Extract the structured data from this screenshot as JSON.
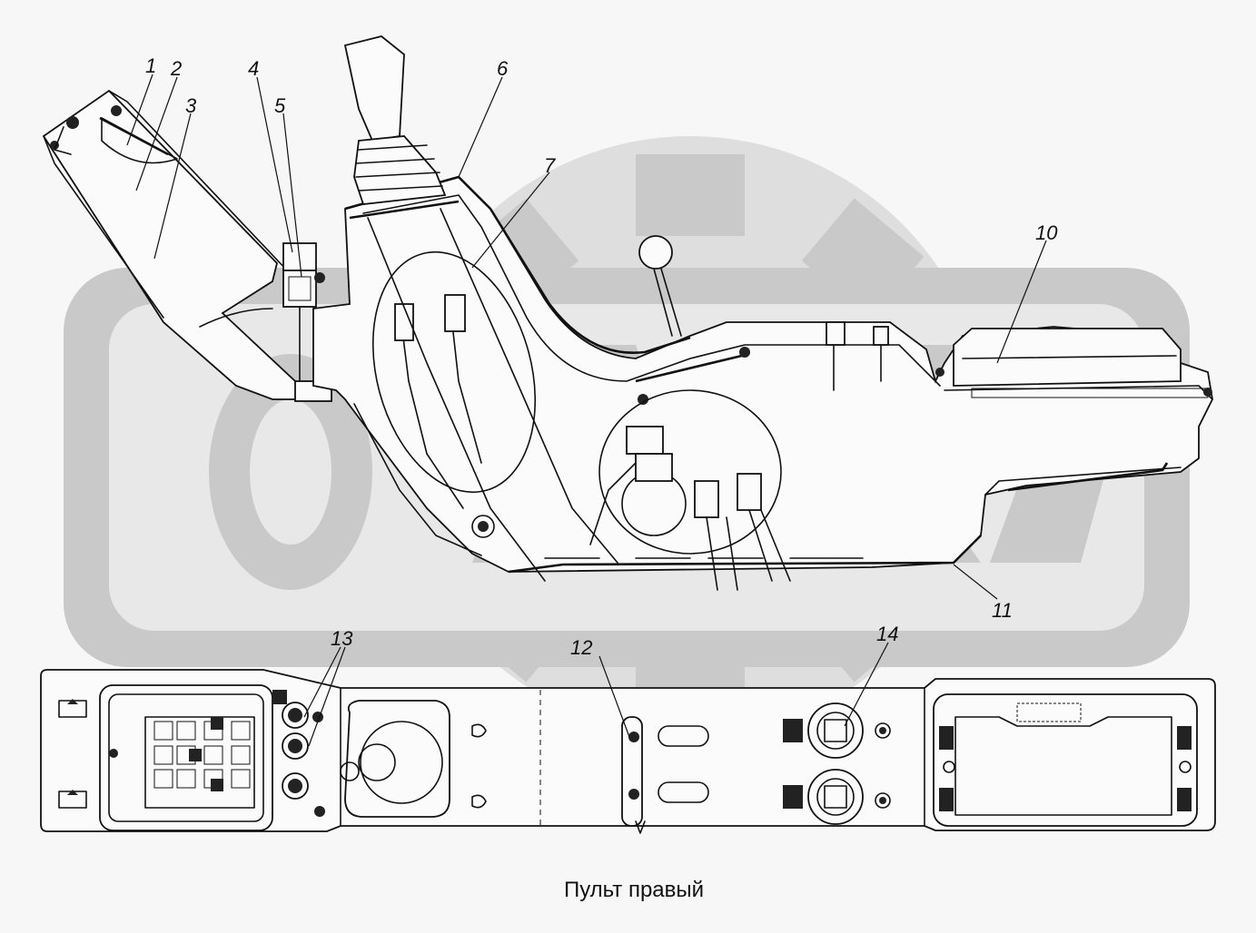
{
  "caption": "Пульт правый",
  "callouts": [
    "1",
    "2",
    "3",
    "4",
    "5",
    "6",
    "7",
    "10",
    "11",
    "12",
    "13",
    "14"
  ],
  "colors": {
    "background": "#f7f7f7",
    "watermark": "#c9c9c9",
    "ink": "#111111"
  }
}
